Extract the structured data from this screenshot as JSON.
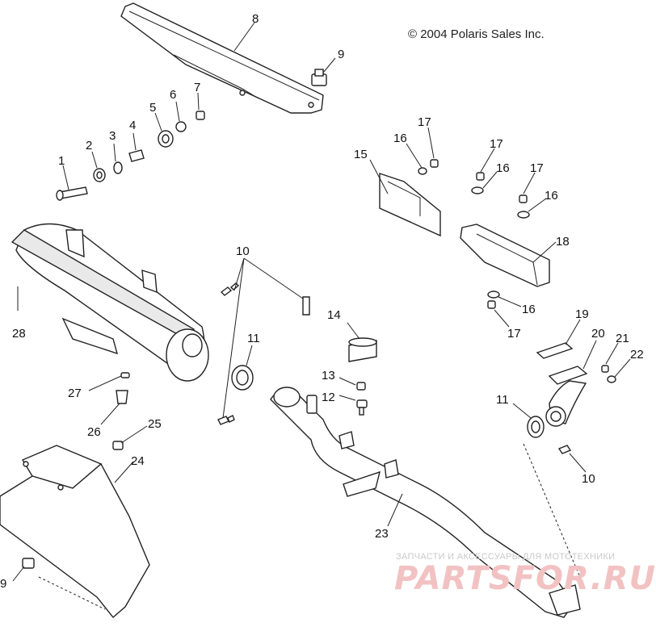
{
  "copyright": "© 2004 Polaris Sales Inc.",
  "watermark": {
    "small": "ЗАПЧАСТИ И АКСЕССУАРЫ ДЛЯ МОТОТЕХНИКИ",
    "brand": "PARTSFOR.RU"
  },
  "callouts": {
    "c1": "1",
    "c2": "2",
    "c3": "3",
    "c4": "4",
    "c5": "5",
    "c6": "6",
    "c7": "7",
    "c8": "8",
    "c9a": "9",
    "c9b": "9",
    "c10a": "10",
    "c10b": "10",
    "c11a": "11",
    "c11b": "11",
    "c12": "12",
    "c13": "13",
    "c14": "14",
    "c15": "15",
    "c16a": "16",
    "c16b": "16",
    "c16c": "16",
    "c16d": "16",
    "c17a": "17",
    "c17b": "17",
    "c17c": "17",
    "c17d": "17",
    "c18": "18",
    "c19": "19",
    "c20": "20",
    "c21": "21",
    "c22": "22",
    "c23": "23",
    "c24": "24",
    "c25": "25",
    "c26": "26",
    "c27": "27",
    "c28": "28"
  }
}
